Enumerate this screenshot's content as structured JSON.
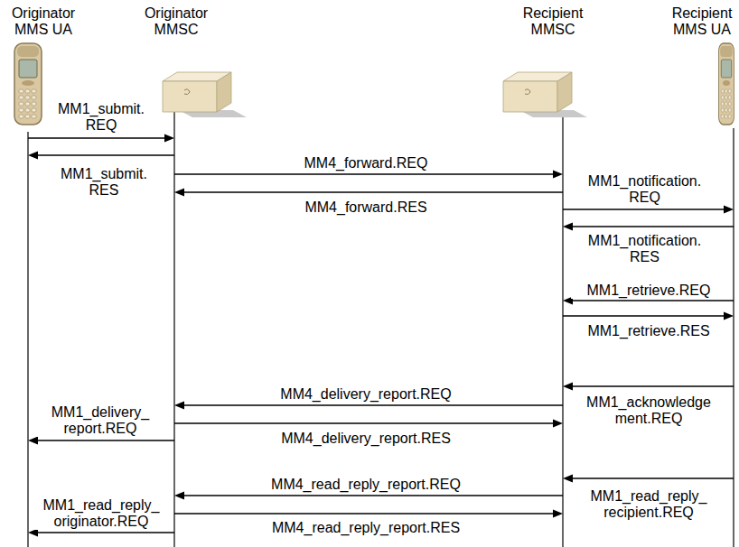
{
  "diagram": {
    "nodes": [
      {
        "text": [
          "Originator MMS UA"
        ]
      },
      {
        "text": [
          "Originator MMSC"
        ]
      },
      {
        "text": [
          "Recipient MMSC"
        ]
      },
      {
        "text": [
          "Recipient MMS UA"
        ]
      }
    ],
    "edges": [
      {
        "from": 0,
        "to": 1,
        "arrow": "to",
        "label": "MM1_submit. REQ"
      },
      {
        "from": 1,
        "to": 0,
        "arrow": "to",
        "label": "MM1_submit. RES"
      },
      {
        "from": 1,
        "to": 2,
        "arrow": "to",
        "label": "MM4_forward.REQ"
      },
      {
        "from": 2,
        "to": 1,
        "arrow": "to",
        "label": "MM4_forward.RES"
      },
      {
        "from": 2,
        "to": 3,
        "arrow": "to",
        "label": "MM1_notification. REQ"
      },
      {
        "from": 3,
        "to": 2,
        "arrow": "to",
        "label": "MM1_notification. RES"
      },
      {
        "from": 3,
        "to": 2,
        "arrow": "to",
        "label": "MM1_retrieve.REQ"
      },
      {
        "from": 2,
        "to": 3,
        "arrow": "to",
        "label": "MM1_retrieve.RES"
      },
      {
        "from": 3,
        "to": 2,
        "arrow": "to",
        "label": "MM1_acknowledge ment.REQ"
      },
      {
        "from": 2,
        "to": 1,
        "arrow": "to",
        "label": "MM4_delivery_report.REQ"
      },
      {
        "from": 1,
        "to": 0,
        "arrow": "to",
        "label": "MM1_delivery_ report.REQ"
      },
      {
        "from": 1,
        "to": 2,
        "arrow": "to",
        "label": "MM4_delivery_report.RES"
      },
      {
        "from": 3,
        "to": 2,
        "arrow": "to",
        "label": "MM1_read_reply_ recipient.REQ"
      },
      {
        "from": 2,
        "to": 1,
        "arrow": "to",
        "label": "MM4_read_reply_report.REQ"
      },
      {
        "from": 1,
        "to": 0,
        "arrow": "to",
        "label": "MM1_read_reply_ originator.REQ"
      },
      {
        "from": 1,
        "to": 2,
        "arrow": "to",
        "label": "MM4_read_reply_report.RES"
      }
    ]
  }
}
